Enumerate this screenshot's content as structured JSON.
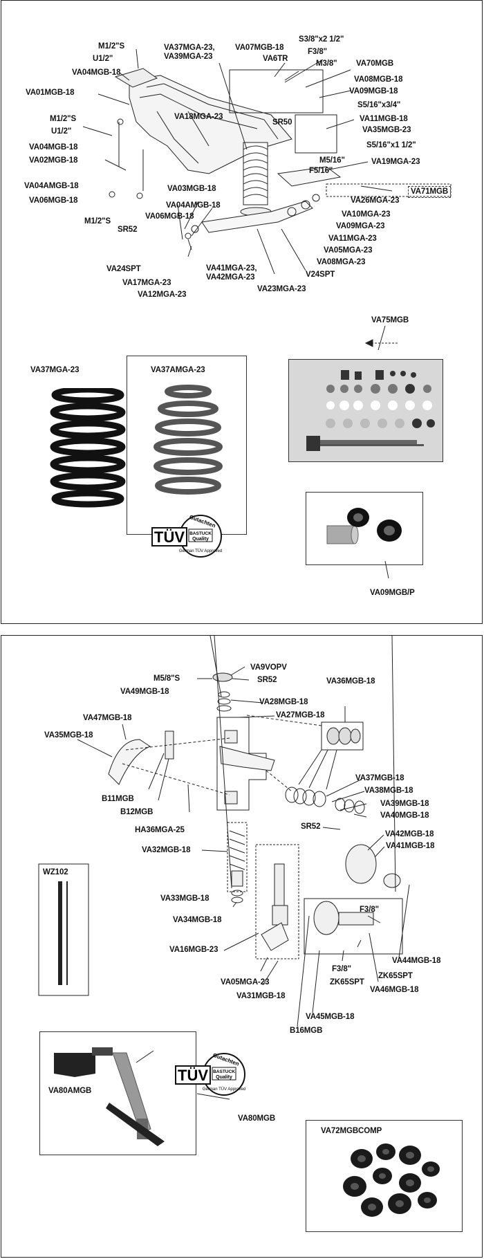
{
  "panel1": {
    "labels": {
      "m12s_top": "M1/2\"S",
      "u12_top": "U1/2\"",
      "va04mgb18_top": "VA04MGB-18",
      "va01mgb18": "VA01MGB-18",
      "m12s_mid": "M1/2\"S",
      "u12_mid": "U1/2\"",
      "va04mgb18_mid": "VA04MGB-18",
      "va02mgb18": "VA02MGB-18",
      "va04amgb18_left": "VA04AMGB-18",
      "va06mgb18_left": "VA06MGB-18",
      "m12s_bot": "M1/2\"S",
      "va37mga23_39": "VA37MGA-23,\nVA39MGA-23",
      "va07mgb18": "VA07MGB-18",
      "va6tr": "VA6TR",
      "s38x212": "S3/8\"x2 1/2\"",
      "f38_top": "F3/8\"",
      "m38": "M3/8\"",
      "va70mgb": "VA70MGB",
      "va08mgb18": "VA08MGB-18",
      "va09mgb18": "VA09MGB-18",
      "s516x34": "S5/16\"x3/4\"",
      "va11mgb18": "VA11MGB-18",
      "va35mgb23": "VA35MGB-23",
      "s516x112": "S5/16\"x1 1/2\"",
      "va18mga23": "VA18MGA-23",
      "sr50": "SR50",
      "m516": "M5/16\"",
      "f516": "F5/16\"",
      "va19mga23": "VA19MGA-23",
      "va71mgb": "VA71MGB",
      "va26mga23": "VA26MGA-23",
      "va03mgb18": "VA03MGB-18",
      "va04amgb18_mid": "VA04AMGB-18",
      "va06mgb18_mid": "VA06MGB-18",
      "va10mga23": "VA10MGA-23",
      "va09mga23": "VA09MGA-23",
      "va11mga23": "VA11MGA-23",
      "va05mga23": "VA05MGA-23",
      "va08mga23": "VA08MGA-23",
      "sr52": "SR52",
      "va24spt_left": "VA24SPT",
      "va17mga23": "VA17MGA-23",
      "va12mga23": "VA12MGA-23",
      "va41mga23_42": "VA41MGA-23,\nVA42MGA-23",
      "v24spt": "V24SPT",
      "va23mga23": "VA23MGA-23",
      "va37mga23_spring": "VA37MGA-23",
      "va37amga23": "VA37AMGA-23",
      "va75mgb": "VA75MGB",
      "va09mgbp": "VA09MGB/P"
    }
  },
  "panel2": {
    "labels": {
      "va9vopv": "VA9VOPV",
      "m58s": "M5/8\"S",
      "sr52_top": "SR52",
      "va49mgb18": "VA49MGB-18",
      "va36mgb18": "VA36MGB-18",
      "va28mgb18": "VA28MGB-18",
      "va27mgb18": "VA27MGB-18",
      "va47mgb18": "VA47MGB-18",
      "va35mgb18": "VA35MGB-18",
      "b11mgb": "B11MGB",
      "b12mgb": "B12MGB",
      "ha36mga25": "HA36MGA-25",
      "va37mgb18": "VA37MGB-18",
      "va38mgb18": "VA38MGB-18",
      "va39mgb18": "VA39MGB-18",
      "va40mgb18": "VA40MGB-18",
      "sr52_mid": "SR52",
      "va42mgb18": "VA42MGB-18",
      "va41mgb18": "VA41MGB-18",
      "va32mgb18": "VA32MGB-18",
      "wz102": "WZ102",
      "va33mgb18": "VA33MGB-18",
      "va34mgb18": "VA34MGB-18",
      "f38_a": "F3/8\"",
      "va16mgb23": "VA16MGB-23",
      "va44mgb18": "VA44MGB-18",
      "f38_b": "F3/8\"",
      "zk65spt_a": "ZK65SPT",
      "zk65spt_b": "ZK65SPT",
      "va46mgb18": "VA46MGB-18",
      "va05mga23": "VA05MGA-23",
      "va31mgb18": "VA31MGB-18",
      "va45mgb18": "VA45MGB-18",
      "b16mgb": "B16MGB",
      "va80amgb": "VA80AMGB",
      "va80mgb": "VA80MGB",
      "va72mgbcomp": "VA72MGBCOMP"
    }
  },
  "badge": {
    "tuv": "TÜV",
    "gutachten": "Gutachten",
    "bastuck": "BASTUCK",
    "quality": "Quality",
    "approved": "German TÜV Approved"
  },
  "icons": [
    "spring-icon",
    "crossmember-icon",
    "hub-icon",
    "damper-icon",
    "bush-icon"
  ]
}
